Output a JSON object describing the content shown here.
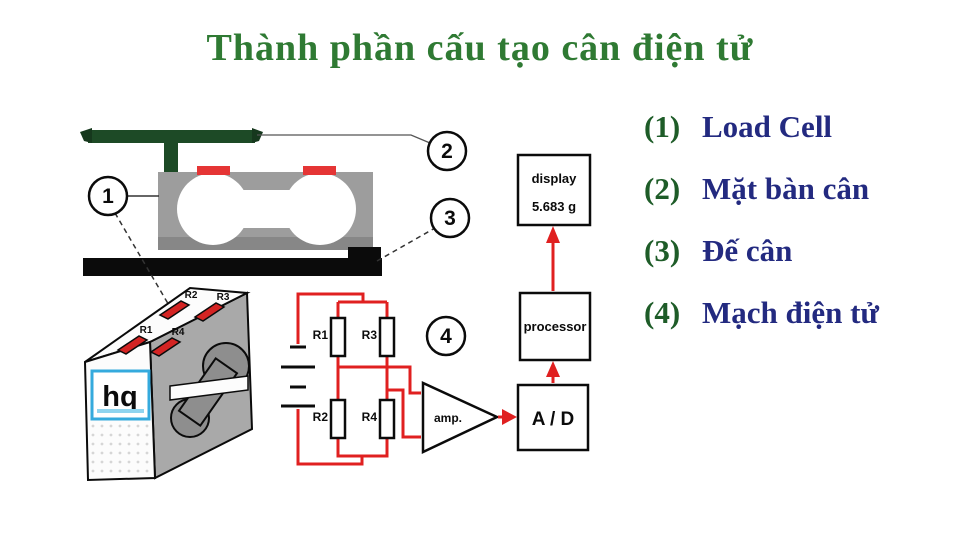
{
  "title": "Thành phần cấu tạo cân điện tử",
  "legend": {
    "items": [
      {
        "num": "(1)",
        "label": "Load Cell"
      },
      {
        "num": "(2)",
        "label": "Mặt bàn cân"
      },
      {
        "num": "(3)",
        "label": "Đế cân"
      },
      {
        "num": "(4)",
        "label": "Mạch điện tử"
      }
    ]
  },
  "callouts": {
    "one": "1",
    "two": "2",
    "three": "3",
    "four": "4"
  },
  "circuit": {
    "r1": "R1",
    "r2": "R2",
    "r3": "R3",
    "r4": "R4",
    "amp": "amp.",
    "ad": "A / D",
    "processor": "processor",
    "display_label": "display",
    "display_value": "5.683 g"
  },
  "loadcell3d": {
    "g_r1": "R1",
    "g_r2": "R2",
    "g_r3": "R3",
    "g_r4": "R4",
    "logo": "hq"
  },
  "colors": {
    "wire_red": "#e02020",
    "gauge_red": "#d42423",
    "title_green": "#2f7a33",
    "legend_navy": "#232a80",
    "platform_green": "#1d4a26",
    "body_gray": "#9d9d9d"
  }
}
